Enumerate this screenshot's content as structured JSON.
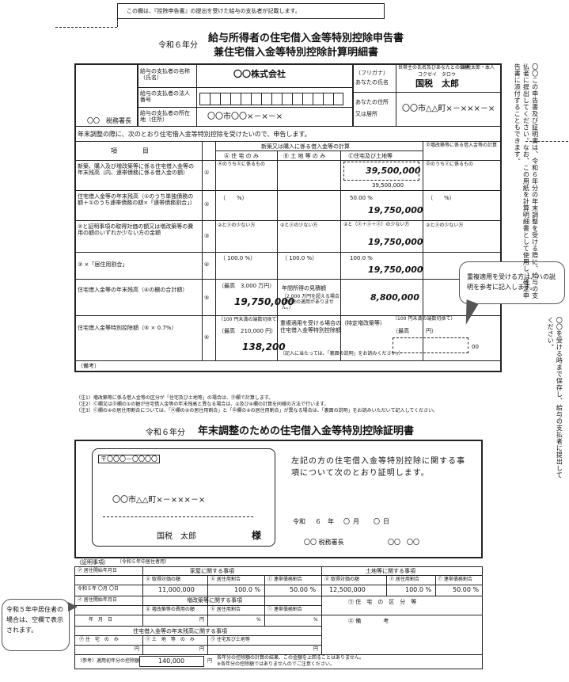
{
  "top_note": "この欄は、『控除申告書』の提出を受けた給与の支払者が記載します。",
  "header": {
    "era": "令和６年分",
    "title1": "給与所得者の住宅借入金等特別控除申告書",
    "title2": "兼住宅借入金等特別控除計算明細書"
  },
  "employer": {
    "name_label": "給与の支払者の名称（氏名）",
    "name_value": "〇〇株式会社",
    "corp_label": "給与の支払者の法人番号",
    "addr_label": "給与の支払者の所在地（住所）",
    "addr_value": "〇〇市〇〇×－×－×"
  },
  "employee": {
    "furigana_label": "（フリガナ）",
    "name_label": "あなたの氏名",
    "furigana_value": "コクゼイ　タロウ",
    "dependent_note": "世帯主の氏名及びあなたとの続柄",
    "dependent_value": "国税太郎・本人",
    "name_value": "国税　太郎",
    "addr_label1": "あなたの住所",
    "addr_label2": "又は居所",
    "addr_value": "〇〇市△△町×－×××－×"
  },
  "tax_office": "〇〇　税務署長",
  "intro": "年末調整の際に、次のとおり住宅借入金等特別控除を受けたいので、申告します。",
  "table1": {
    "col_item": "項　　　　目",
    "col_group": "新築又は購入に係る借入金等の計算",
    "col_a": "Ⓐ 住 宅 の み",
    "col_b": "Ⓑ 土 地 等 の み",
    "col_c": "Ⓒ住宅及び土地等",
    "col_d": "Ⓓ増改築等に係る借入金等の計算",
    "rows": [
      {
        "label": "新築、購入及び増改築等に係る住宅借入金等の年末残高（内、連帯債務に係る借入金の額）",
        "num": "①",
        "a": "Ⓐのうちⓑに係るもの",
        "b": "",
        "c": "39,500,000",
        "c2": "39,500,000",
        "d": "Ⓓのうちⓔに係るもの"
      },
      {
        "label": "住宅借入金等の年末残高（①のうち単独債務の額＋①のうち連帯債務の額×「連帯債務割合」）",
        "num": "②",
        "a": "（　　%）",
        "b": "",
        "c": "19,750,000",
        "c_pct": "50.00 %",
        "d": "（　　%）"
      },
      {
        "label": "②と証明事項の取得対価の額又は増改築等の費用の額のいずれか少ない方の金額",
        "num": "③",
        "a": "②とⓐの少ない方",
        "b": "②とⓐの少ない方",
        "c": "19,750,000",
        "c_note": "②と（ⓐ＋ⓐ＋ⓐ）の少ない方",
        "d": "②とⓐの少ない方"
      },
      {
        "label": "③ ×「居住用割合」",
        "num": "④",
        "a": "（ 100.0 %）",
        "b": "（ 100.0 %）",
        "c": "19,750,000",
        "c_pct": "100.0 %",
        "d": ""
      },
      {
        "label": "住宅借入金等の年末残高（④の欄の合計額）",
        "num": "⑤",
        "a_note": "（最高　3,000 万円）",
        "a": "19,750,000",
        "b_note": "年間所得の見積額",
        "b_sub": "（2,000 万円を超える場合は控除の適用がありません。）",
        "c": "8,800,000"
      },
      {
        "label": "住宅借入金等特別控除額（⑤ × 0.7%）",
        "num": "⑥",
        "a_note": "（100 円未満の端数切捨て）",
        "a_max": "（最高　210,000 円）",
        "a": "138,200",
        "b_note": "重複適用を受ける場合の（特定増改築等）住宅借入金等特別控除額",
        "b_sub": "（記入に当たっては、「裏面の説明」をお読みください。）",
        "d_note": "（100 円未満の端数切捨て）",
        "d_max": "（最高　　　円）",
        "d_suffix": "00"
      }
    ],
    "yen": "円"
  },
  "remarks_label": "（備考）",
  "footnotes": [
    "（注1）増改築等に係る借入金等の区分が「住宅及び土地等」の場合は、Ⓓ欄で計算します。",
    "（注2）Ⓒ欄又はⒹ欄の①の額が住宅借入金等の年末残高と異なる場合は、②及び④欄の計算を同様の方法で行います。",
    "（注3）Ⓒ欄の④の居住用割合については、「Ⓐ欄の④の居住用割合」と「Ⓑ欄の④の居住用割合」が異なる場合は、「裏面の説明」をお読みいただいて記入してください。"
  ],
  "bubble1": "重複適用を受ける方は、ハの説明を参考に記入します。",
  "side_text": "〇〇この申告書及び証明書は、令和６年分の年末調整を受ける際に、給与の支払者に提出してください。なお、この用紙を計算明細書として使用し、確定申告書に添付することもできます。",
  "side_text2": "〇〇を受ける時まで保存し、給与の支払者に提出してください。",
  "cert": {
    "era": "令和６年分",
    "title": "年末調整のための住宅借入金等特別控除証明書",
    "postal": "〒〇〇〇－〇〇〇〇",
    "addr": "〇〇市△△町×－×××－×",
    "name": "国税　太郎",
    "sama": "様",
    "statement": "左記の方の住宅借入金等特別控除に関する事項について次のとおり証明します。",
    "date_era": "令和",
    "date_year": "６",
    "date_month": "〇",
    "date_day": "〇",
    "y_label": "年",
    "m_label": "月",
    "d_label": "日",
    "office": "〇〇 税務署長",
    "office_sign": "〇〇　〇〇"
  },
  "proof": {
    "heading": "（証明事項）",
    "heading_note": "（令和５年中居住者用）",
    "start_label": "㋐ 居住開始年月日",
    "house_group": "家屋に関する事項",
    "house_acq": "ⓐ 取得対価の額",
    "house_use": "ⓑ 居住用割合",
    "house_joint": "ⓒ 連帯債務割合",
    "land_group": "土地等に関する事項",
    "land_acq": "ⓓ 取得対価の額",
    "land_use": "ⓔ 居住用割合",
    "land_joint": "ⓕ 連帯債務割合",
    "start_value": "令和５年 〇月 〇日",
    "house_acq_v": "11,000,000",
    "house_use_v": "100.0 %",
    "house_joint_v": "50.00 %",
    "land_acq_v": "12,500,000",
    "land_use_v": "100.0 %",
    "land_joint_v": "50.00 %",
    "start2_label": "㋑ 居住開始年月日",
    "ren_group": "増改築等に関する事項",
    "ren_cost": "ⓖ 増改築等の費用の額",
    "ren_use": "ⓗ 居住用割合",
    "ren_joint": "ⓘ 連帯債務割合",
    "start2_value": "年　月　日",
    "house_type_label": "㋒ 住　宅　の　区　分　等",
    "remarks_label": "㋓ 備　　　　考",
    "loan_group": "住宅借入金等の年末残高に関する事項",
    "loan_a": "㋐ 住　宅　の　み",
    "loan_b": "㋑ 土　地　等　の　み",
    "loan_c": "㋒ 住宅及び土地等",
    "ref_label": "（参考）適用初年分の控除額",
    "ref_value": "140,000",
    "ref_note1": "各年分の控除額の計算の結果、この金額を上回ることはありません。",
    "ref_note2": "※各年分の控除額ではありませんのでご注意ください。",
    "yen": "円",
    "pct": "%"
  },
  "bubble2": "令和５年中居住者の場合は、空欄で表示されます。"
}
